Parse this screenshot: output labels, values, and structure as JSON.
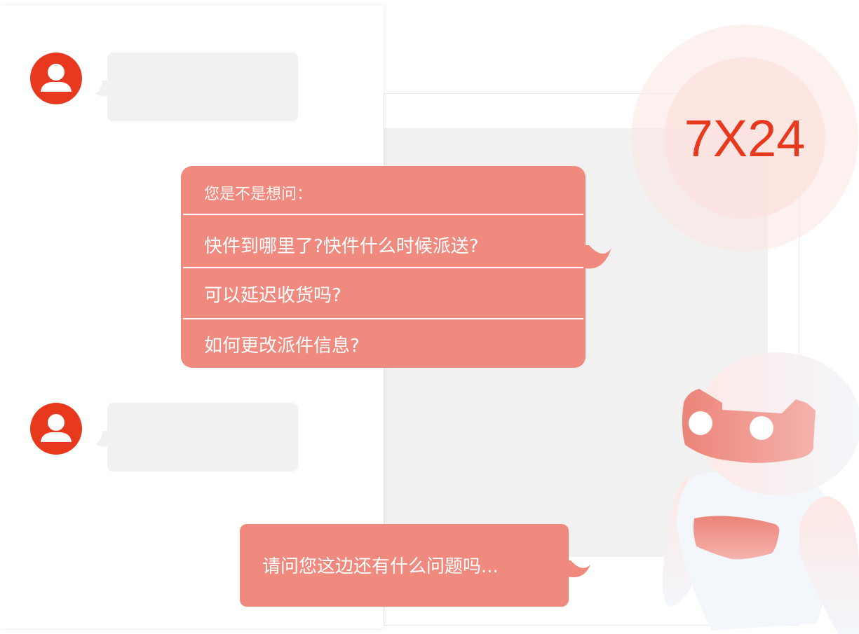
{
  "badge": {
    "text": "7X24",
    "color": "#e8391f"
  },
  "menu": {
    "header": "您是不是想问：",
    "options": [
      "快件到哪里了?快件什么时候派送?",
      "可以延迟收货吗?",
      "如何更改派件信息?"
    ],
    "color": "#f0897e"
  },
  "question": {
    "text": "请问您这边还有什么问题吗..."
  }
}
